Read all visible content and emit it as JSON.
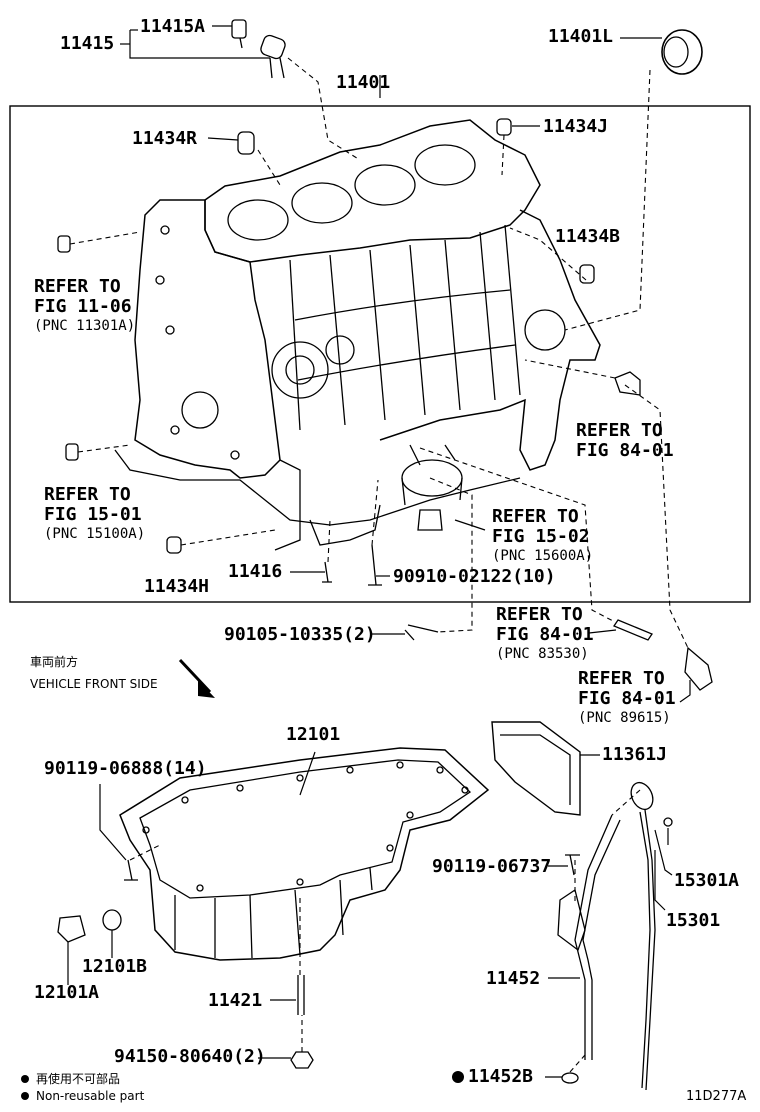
{
  "callouts": {
    "p11415": "11415",
    "p11415A": "11415A",
    "p11401L": "11401L",
    "p11401": "11401",
    "p11434R": "11434R",
    "p11434J": "11434J",
    "p11434B": "11434B",
    "p11434H": "11434H",
    "p11416": "11416",
    "p90910": "90910-02122(10)",
    "p90105": "90105-10335(2)",
    "p12101": "12101",
    "p11361J": "11361J",
    "p90119a": "90119-06888(14)",
    "p90119b": "90119-06737",
    "p15301A": "15301A",
    "p15301": "15301",
    "p12101B": "12101B",
    "p12101A": "12101A",
    "p11452": "11452",
    "p11421": "11421",
    "p94150": "94150-80640(2)",
    "p11452B": "11452B"
  },
  "refs": {
    "r1": {
      "title": "REFER TO",
      "fig": "FIG 11-06",
      "pnc": "(PNC 11301A)"
    },
    "r2": {
      "title": "REFER TO",
      "fig": "FIG 15-01",
      "pnc": "(PNC 15100A)"
    },
    "r3": {
      "title": "REFER TO",
      "fig": "FIG 84-01"
    },
    "r4": {
      "title": "REFER TO",
      "fig": "FIG 15-02",
      "pnc": "(PNC 15600A)"
    },
    "r5": {
      "title": "REFER TO",
      "fig": "FIG 84-01",
      "pnc": "(PNC 83530)"
    },
    "r6": {
      "title": "REFER TO",
      "fig": "FIG 84-01",
      "pnc": "(PNC 89615)"
    }
  },
  "orientation": {
    "jp": "車両前方",
    "en": "VEHICLE FRONT SIDE"
  },
  "legend": {
    "jp": "再使用不可部品",
    "en": "Non-reusable part"
  },
  "diagram_id": "11D277A"
}
